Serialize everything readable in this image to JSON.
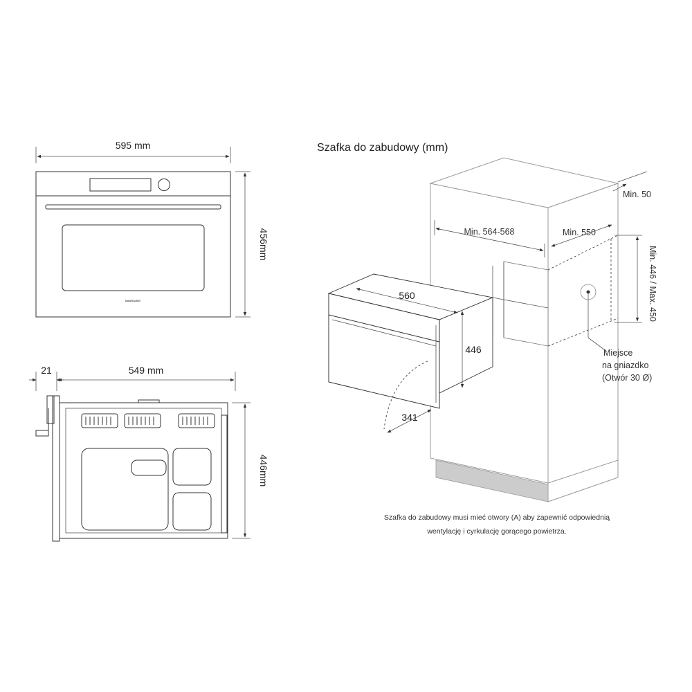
{
  "front_view": {
    "width_label": "595 mm",
    "height_label": "456mm",
    "brand_logo": "SAMSUNG"
  },
  "side_view": {
    "depth_front_label": "21",
    "depth_label": "549 mm",
    "height_label": "446mm"
  },
  "cabinet": {
    "title": "Szafka do zabudowy (mm)",
    "min_width_label": "Min. 564-568",
    "min_depth_label": "Min. 550",
    "min_top_label": "Min. 50",
    "height_range_label": "Min. 446 / Max. 450",
    "oven_width_label": "560",
    "oven_height_label": "446",
    "door_label": "341",
    "socket_label_line1": "Miejsce",
    "socket_label_line2": "na gniazdko",
    "socket_label_line3": "(Otwór 30 Ø)",
    "note_line1": "Szafka do zabudowy musi mieć otwory (A) aby zapewnić odpowiednią",
    "note_line2": "wentylację i cyrkulację gorącego powietrza."
  },
  "colors": {
    "line": "#333333",
    "cabinet_line": "#999999",
    "plinth": "#cccccc"
  }
}
